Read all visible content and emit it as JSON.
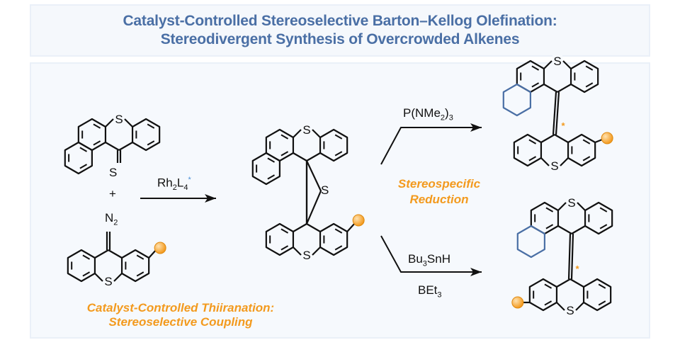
{
  "header": {
    "title_line1": "Catalyst-Controlled Stereoselective Barton–Kellog Olefination:",
    "title_line2": "Stereodivergent Synthesis of Overcrowded Alkenes"
  },
  "reactants": {
    "thione_atom": "S",
    "plus": "+",
    "diazo": "N",
    "diazo_sub": "2",
    "ring_sulfur": "S"
  },
  "step1": {
    "catalyst": "Rh",
    "catalyst_sub1": "2",
    "catalyst_ligand": "L",
    "catalyst_sub2": "4",
    "catalyst_star": "*",
    "caption_line1": "Catalyst-Controlled Thiiranation:",
    "caption_line2": "Stereoselective Coupling"
  },
  "intermediate": {
    "thiirane_atom": "S"
  },
  "step2_top": {
    "reagent": "P(NMe",
    "reagent_sub1": "2",
    "reagent_close": ")",
    "reagent_sub2": "3"
  },
  "step2_bottom": {
    "reagent1": "Bu",
    "reagent1_sub": "3",
    "reagent1_rest": "SnH",
    "reagent2": "BEt",
    "reagent2_sub": "3"
  },
  "middle_caption": {
    "line1": "Stereospecific",
    "line2": "Reduction"
  },
  "product_star": "*",
  "colors": {
    "title": "#4a6fa5",
    "accent": "#f39a1e",
    "highlight_ring": "#4a6fa5",
    "bond": "#111111"
  }
}
